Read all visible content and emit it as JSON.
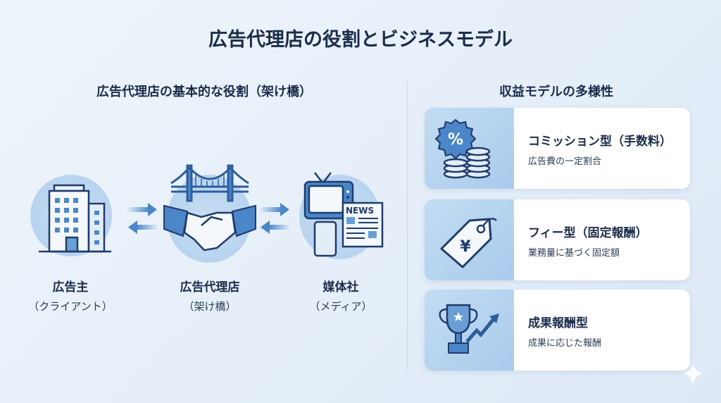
{
  "title": "広告代理店の役割とビジネスモデル",
  "left": {
    "subtitle": "広告代理店の基本的な役割（架け橋）",
    "nodes": [
      {
        "name": "広告主",
        "role": "（クライアント）",
        "icon": "office-building-icon"
      },
      {
        "name": "広告代理店",
        "role": "（架け橋）",
        "icon": "handshake-bridge-icon"
      },
      {
        "name": "媒体社",
        "role": "（メディア）",
        "icon": "media-tv-news-phone-icon"
      }
    ],
    "news_label": "NEWS"
  },
  "right": {
    "subtitle": "収益モデルの多様性",
    "cards": [
      {
        "title": "コミッション型（手数料）",
        "desc": "広告費の一定割合",
        "icon": "percent-coins-icon"
      },
      {
        "title": "フィー型（固定報酬）",
        "desc": "業務量に基づく固定額",
        "icon": "yen-tag-icon"
      },
      {
        "title": "成果報酬型",
        "desc": "成果に応じた報酬",
        "icon": "trophy-growth-icon"
      }
    ]
  },
  "colors": {
    "accent": "#3b74b8",
    "dark": "#1b2c4a",
    "panel": "#b9d6f0"
  }
}
